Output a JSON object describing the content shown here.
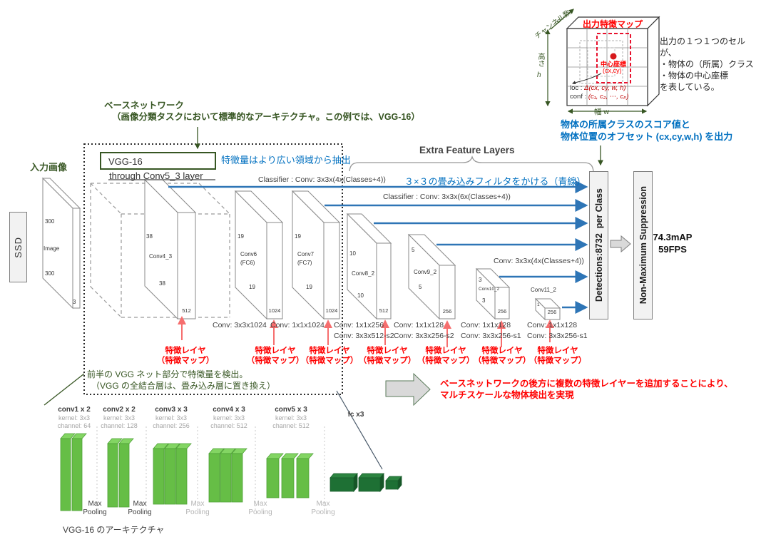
{
  "output_cube": {
    "channel_axis": "チャンネル数",
    "channel_var": "c",
    "title": "出力特徴マップ",
    "center_label_line1": "中心座標",
    "center_label_line2": "(cx,cy)",
    "loc_prefix": "loc :",
    "loc_math": "Δ(cx, cy, w, h)",
    "conf_prefix": "conf :",
    "conf_math": "(c₁, c₂, ⋯, cₚ)",
    "height_axis": "高さ",
    "height_var": "h",
    "width_axis": "幅 w",
    "side_note_lines": [
      "出力の１つ１つのセルが、",
      "・物体の（所属）クラス",
      "・物体の中心座標",
      "を表している。"
    ],
    "output_note_lines": [
      "物体の所属クラスのスコア値と",
      "物体位置のオフセット (cx,cy,w,h) を出力"
    ]
  },
  "base_network_note": {
    "line1": "ベースネットワーク",
    "line2": "（画像分類タスクにおいて標準的なアーキテクチャ。この例では、VGG-16）"
  },
  "ssd_label": "SSD",
  "input_label": "入力画像",
  "input_block": {
    "h1": "300",
    "name": "Image",
    "h2": "300",
    "ch": "3"
  },
  "vgg_box": {
    "title": "VGG-16",
    "subtitle": "through Conv5_3 layer"
  },
  "wide_region_note": "特徴量はより広い領域から抽出",
  "extra_feature_layers_title": "Extra Feature Layers",
  "classifier_note_1": "Classifier : Conv: 3x3x(4x(Classes+4))",
  "classifier_note_2": "Classifier : Conv: 3x3x(6x(Classes+4))",
  "classifier_note_3": "Conv: 3x3x(4x(Classes+4))",
  "conv_filter_note": "３×３の畳み込みフィルタをかける（青線）",
  "blocks": [
    {
      "name": "Conv4_3",
      "size_top": "38",
      "size_bottom": "38",
      "channels": "512"
    },
    {
      "name": "Conv6",
      "alias": "(FC6)",
      "size_top": "19",
      "size_bottom": "19",
      "channels": "1024"
    },
    {
      "name": "Conv7",
      "alias": "(FC7)",
      "size_top": "19",
      "size_bottom": "19",
      "channels": "1024"
    },
    {
      "name": "Conv8_2",
      "size_top": "10",
      "size_bottom": "10",
      "channels": "512"
    },
    {
      "name": "Conv9_2",
      "size_top": "5",
      "size_bottom": "5",
      "channels": "256"
    },
    {
      "name": "Conv10_2",
      "size_top": "3",
      "size_bottom": "3",
      "channels": "256"
    },
    {
      "name": "Conv11_2",
      "size_left": "1",
      "channels": "256"
    }
  ],
  "conv_ops": [
    [
      "Conv: 3x3x1024"
    ],
    [
      "Conv: 1x1x1024"
    ],
    [
      "Conv: 1x1x256",
      "Conv: 3x3x512-s2"
    ],
    [
      "Conv: 1x1x128",
      "Conv: 3x3x256-s2"
    ],
    [
      "Conv: 1x1x128",
      "Conv: 3x3x256-s1"
    ],
    [
      "Conv: 1x1x128",
      "Conv: 3x3x256-s1"
    ]
  ],
  "feature_layer_label": {
    "line1": "特徴レイヤ",
    "line2": "（特徴マップ）",
    "count": 7
  },
  "vgg_front_note": {
    "line1": "前半の VGG ネット部分で特徴量を検出。",
    "line2": "（VGG の全結合層は、畳み込み層に置き換え）"
  },
  "multiscale_note": {
    "line1": "ベースネットワークの後方に複数の特徴レイヤーを追加することにより、",
    "line2": "マルチスケールな物体検出を実現"
  },
  "detections_label": "Detections:8732  per Class",
  "nms_label": "Non-Maximum Suppression",
  "performance": {
    "map": "74.3mAP",
    "fps": "59FPS"
  },
  "vgg_figure": {
    "groups": [
      {
        "title": "conv1 x 2",
        "kernel": "kernel: 3x3",
        "channel": "channel: 64"
      },
      {
        "title": "conv2 x 2",
        "kernel": "kernel: 3x3",
        "channel": "channel: 128"
      },
      {
        "title": "conv3 x 3",
        "kernel": "kernel: 3x3",
        "channel": "channel: 256"
      },
      {
        "title": "conv4 x 3",
        "kernel": "kernel: 3x3",
        "channel": "channel: 512"
      },
      {
        "title": "conv5 x 3",
        "kernel": "kernel: 3x3",
        "channel": "channel: 512"
      }
    ],
    "fc_label": "fc x3",
    "max_pooling": {
      "line1": "Max",
      "line2": "Pooling"
    },
    "caption": "VGG-16 のアーキテクチャ"
  },
  "colors": {
    "arrow_blue": "#2E75B6",
    "text_blue": "#0070C0",
    "text_red": "#FF0000",
    "loc_red": "#C00000",
    "text_green": "#375623",
    "arrow_salmon": "#F66E6E",
    "block_border": "#8a8a8a",
    "vgg_green": "#66BE46",
    "vgg_green_top": "#83D563",
    "vgg_dark_green": "#1E7034",
    "box_gray": "#F2F2F2"
  }
}
